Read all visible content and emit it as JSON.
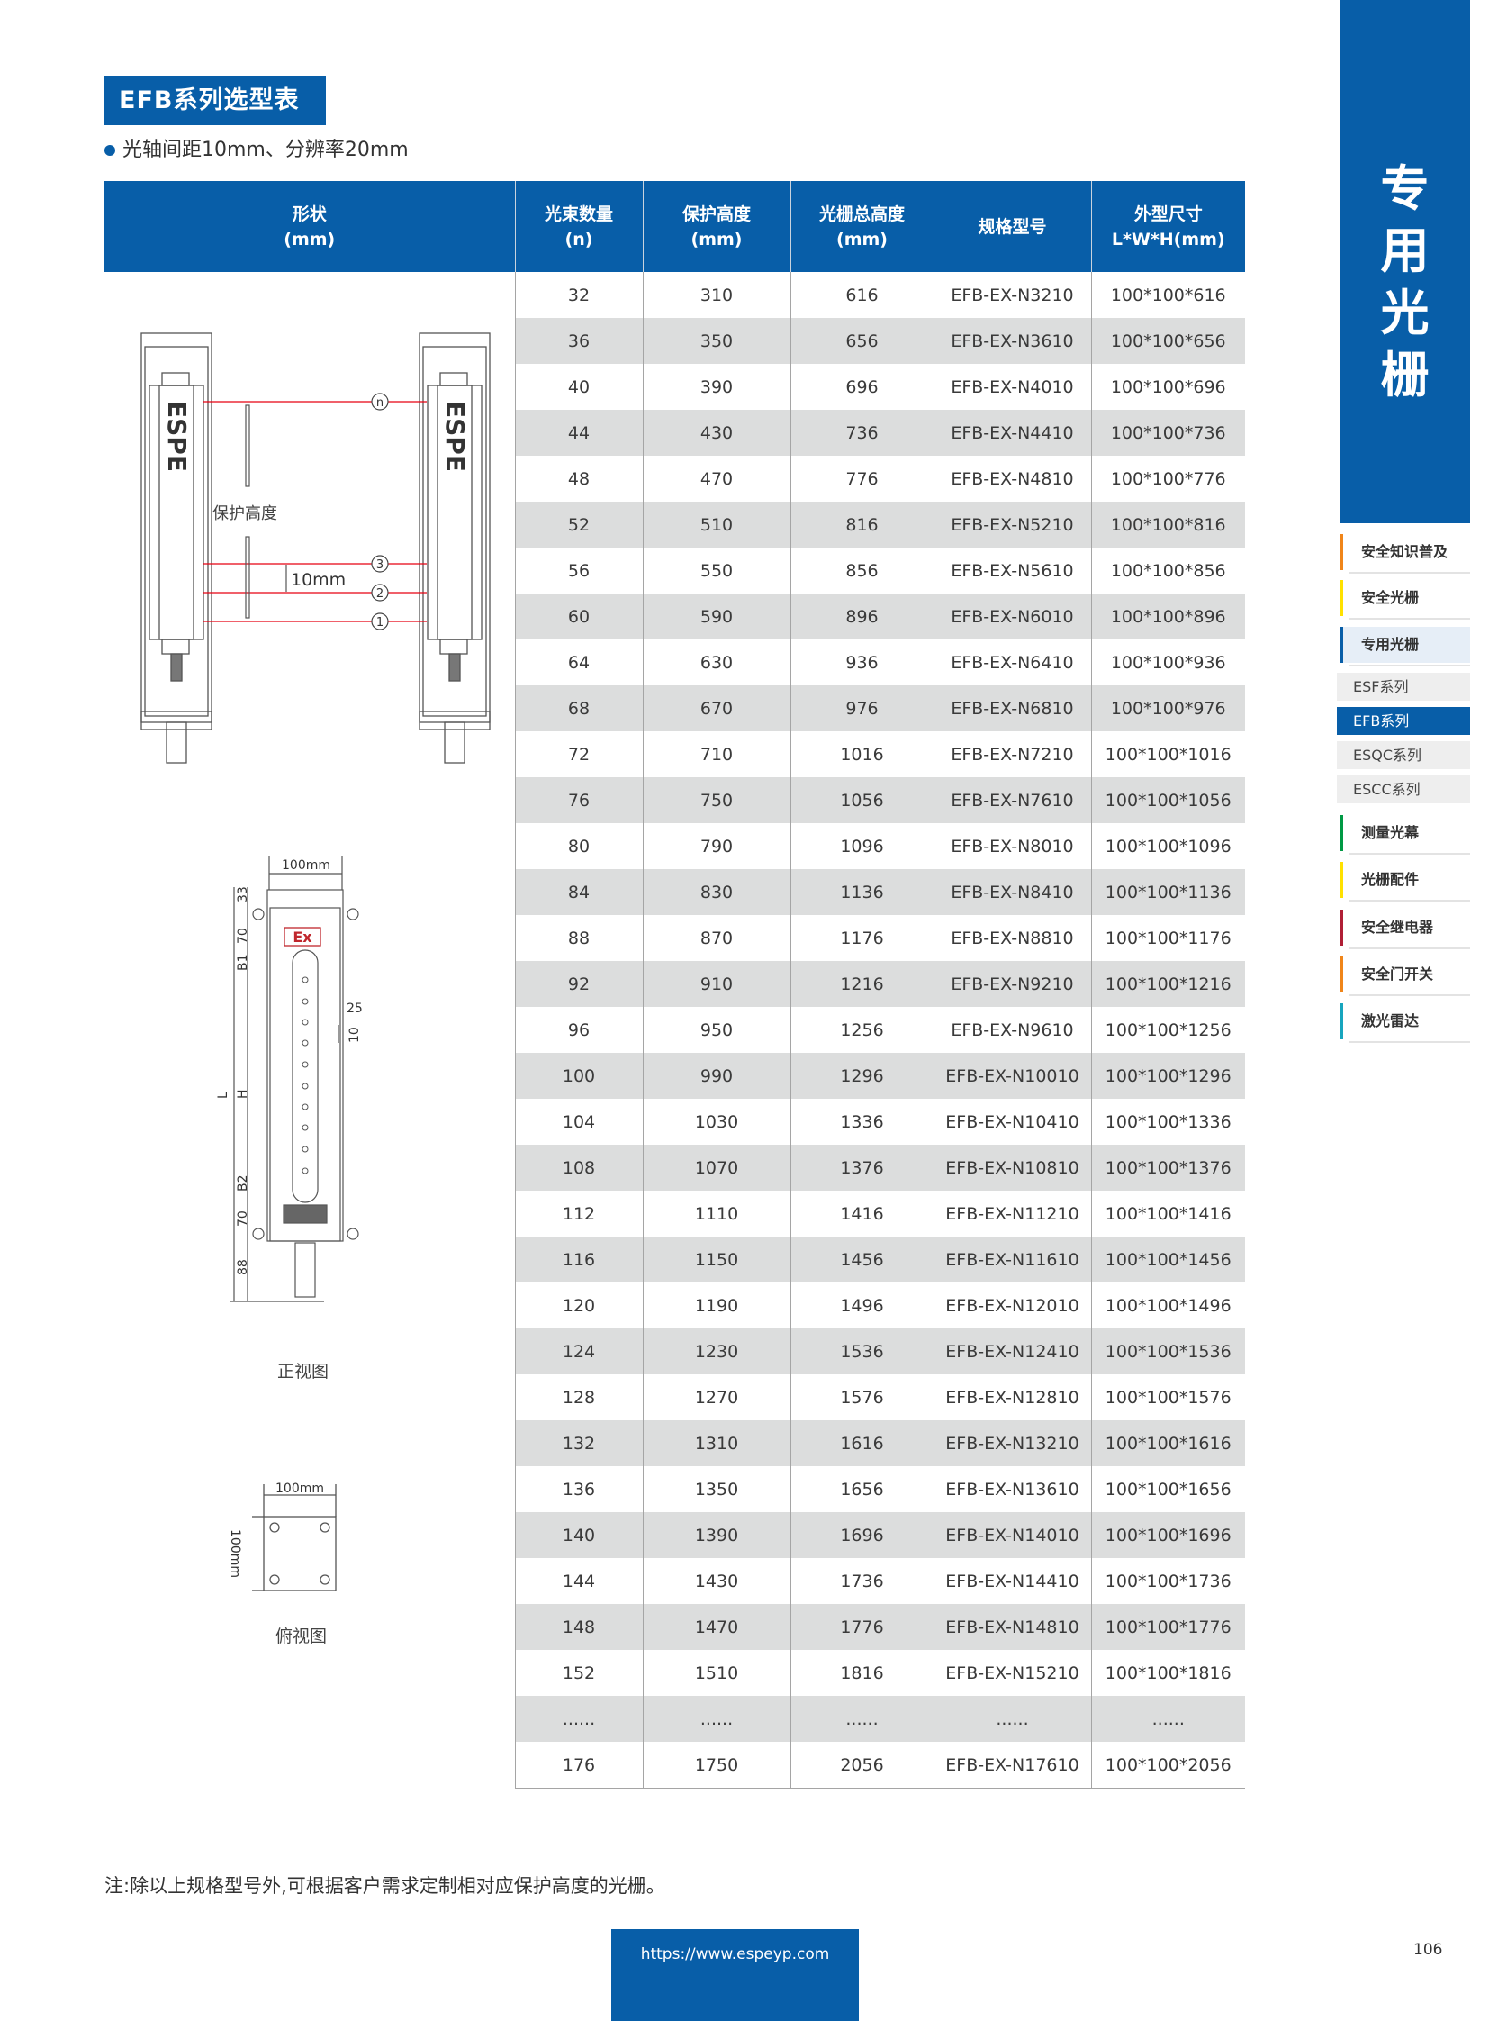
{
  "title": "EFB系列选型表",
  "subtitle": "光轴间距10mm、分辨率20mm",
  "table": {
    "headers": [
      {
        "line1": "形状",
        "line2": "(mm)"
      },
      {
        "line1": "光束数量",
        "line2": "(n)"
      },
      {
        "line1": "保护高度",
        "line2": "(mm)"
      },
      {
        "line1": "光栅总高度",
        "line2": "(mm)"
      },
      {
        "line1": "规格型号",
        "line2": ""
      },
      {
        "line1": "外型尺寸",
        "line2": "L*W*H(mm)"
      }
    ],
    "rows": [
      [
        "32",
        "310",
        "616",
        "EFB-EX-N3210",
        "100*100*616"
      ],
      [
        "36",
        "350",
        "656",
        "EFB-EX-N3610",
        "100*100*656"
      ],
      [
        "40",
        "390",
        "696",
        "EFB-EX-N4010",
        "100*100*696"
      ],
      [
        "44",
        "430",
        "736",
        "EFB-EX-N4410",
        "100*100*736"
      ],
      [
        "48",
        "470",
        "776",
        "EFB-EX-N4810",
        "100*100*776"
      ],
      [
        "52",
        "510",
        "816",
        "EFB-EX-N5210",
        "100*100*816"
      ],
      [
        "56",
        "550",
        "856",
        "EFB-EX-N5610",
        "100*100*856"
      ],
      [
        "60",
        "590",
        "896",
        "EFB-EX-N6010",
        "100*100*896"
      ],
      [
        "64",
        "630",
        "936",
        "EFB-EX-N6410",
        "100*100*936"
      ],
      [
        "68",
        "670",
        "976",
        "EFB-EX-N6810",
        "100*100*976"
      ],
      [
        "72",
        "710",
        "1016",
        "EFB-EX-N7210",
        "100*100*1016"
      ],
      [
        "76",
        "750",
        "1056",
        "EFB-EX-N7610",
        "100*100*1056"
      ],
      [
        "80",
        "790",
        "1096",
        "EFB-EX-N8010",
        "100*100*1096"
      ],
      [
        "84",
        "830",
        "1136",
        "EFB-EX-N8410",
        "100*100*1136"
      ],
      [
        "88",
        "870",
        "1176",
        "EFB-EX-N8810",
        "100*100*1176"
      ],
      [
        "92",
        "910",
        "1216",
        "EFB-EX-N9210",
        "100*100*1216"
      ],
      [
        "96",
        "950",
        "1256",
        "EFB-EX-N9610",
        "100*100*1256"
      ],
      [
        "100",
        "990",
        "1296",
        "EFB-EX-N10010",
        "100*100*1296"
      ],
      [
        "104",
        "1030",
        "1336",
        "EFB-EX-N10410",
        "100*100*1336"
      ],
      [
        "108",
        "1070",
        "1376",
        "EFB-EX-N10810",
        "100*100*1376"
      ],
      [
        "112",
        "1110",
        "1416",
        "EFB-EX-N11210",
        "100*100*1416"
      ],
      [
        "116",
        "1150",
        "1456",
        "EFB-EX-N11610",
        "100*100*1456"
      ],
      [
        "120",
        "1190",
        "1496",
        "EFB-EX-N12010",
        "100*100*1496"
      ],
      [
        "124",
        "1230",
        "1536",
        "EFB-EX-N12410",
        "100*100*1536"
      ],
      [
        "128",
        "1270",
        "1576",
        "EFB-EX-N12810",
        "100*100*1576"
      ],
      [
        "132",
        "1310",
        "1616",
        "EFB-EX-N13210",
        "100*100*1616"
      ],
      [
        "136",
        "1350",
        "1656",
        "EFB-EX-N13610",
        "100*100*1656"
      ],
      [
        "140",
        "1390",
        "1696",
        "EFB-EX-N14010",
        "100*100*1696"
      ],
      [
        "144",
        "1430",
        "1736",
        "EFB-EX-N14410",
        "100*100*1736"
      ],
      [
        "148",
        "1470",
        "1776",
        "EFB-EX-N14810",
        "100*100*1776"
      ],
      [
        "152",
        "1510",
        "1816",
        "EFB-EX-N15210",
        "100*100*1816"
      ],
      [
        "......",
        "......",
        "......",
        "......",
        "......"
      ],
      [
        "176",
        "1750",
        "2056",
        "EFB-EX-N17610",
        "100*100*2056"
      ]
    ]
  },
  "diagrams": {
    "light_curtain": {
      "logo": "ESPE",
      "protect_height_label": "保护高度",
      "pitch_label": "10mm",
      "beam_markers": [
        "n",
        "3",
        "2",
        "1"
      ]
    },
    "front_view": {
      "caption": "正视图",
      "width_label": "100mm",
      "ex_mark": "Ex",
      "dims": {
        "top": "33",
        "upper": "70",
        "b1": "B1",
        "h": "H",
        "b2": "B2",
        "lower": "70",
        "bottom": "88",
        "l": "L",
        "offset": "25",
        "pitch": "10"
      }
    },
    "top_view": {
      "caption": "俯视图",
      "width_label": "100mm",
      "depth_label": "100mm"
    }
  },
  "sidebar": {
    "banner": "专用光栅",
    "items": [
      {
        "label": "安全知识普及",
        "color": "#f08519",
        "type": "main"
      },
      {
        "label": "安全光栅",
        "color": "#ffe100",
        "type": "main"
      },
      {
        "label": "专用光栅",
        "color": "#085ea8",
        "type": "main",
        "highlight": true
      },
      {
        "label": "ESF系列",
        "type": "sub"
      },
      {
        "label": "EFB系列",
        "type": "sub",
        "active": true
      },
      {
        "label": "ESQC系列",
        "type": "sub"
      },
      {
        "label": "ESCC系列",
        "type": "sub"
      },
      {
        "label": "测量光幕",
        "color": "#009944",
        "type": "main"
      },
      {
        "label": "光栅配件",
        "color": "#ffe100",
        "type": "main"
      },
      {
        "label": "安全继电器",
        "color": "#b01f35",
        "type": "main"
      },
      {
        "label": "安全门开关",
        "color": "#f08519",
        "type": "main"
      },
      {
        "label": "激光雷达",
        "color": "#17a5be",
        "type": "main"
      }
    ]
  },
  "note": "注:除以上规格型号外,可根据客户需求定制相对应保护高度的光栅。",
  "footer_url": "https://www.espeyp.com",
  "page_number": "106",
  "colors": {
    "brand_blue": "#085ea8",
    "stripe_gray": "#dcdddd",
    "beam_red": "#e60012",
    "ex_red": "#c0272d"
  }
}
